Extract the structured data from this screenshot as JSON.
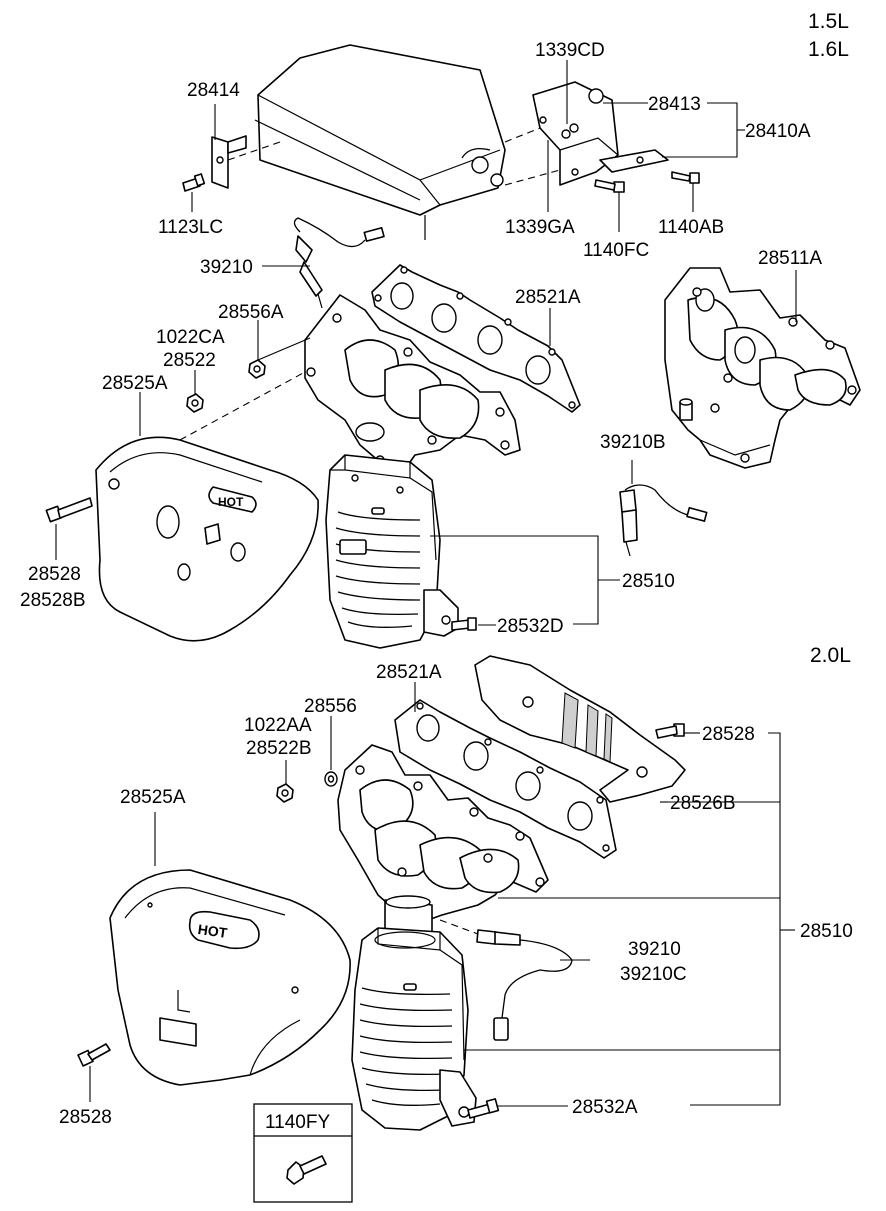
{
  "engines": {
    "small_1": "1.5L",
    "small_2": "1.6L",
    "large": "2.0L"
  },
  "labels": {
    "p28414": "28414",
    "p1339CD": "1339CD",
    "p28413": "28413",
    "p28410A": "28410A",
    "p1123LC": "1123LC",
    "p1339GA": "1339GA",
    "p1140AB": "1140AB",
    "p1140FC": "1140FC",
    "p39210_top": "39210",
    "p28511A": "28511A",
    "p28521A_top": "28521A",
    "p28556A": "28556A",
    "p1022CA": "1022CA",
    "p28522": "28522",
    "p28525A_top": "28525A",
    "p39210B": "39210B",
    "p28528_top": "28528",
    "p28528B": "28528B",
    "p28510_top": "28510",
    "p28532D": "28532D",
    "p28521A_bot": "28521A",
    "p28556": "28556",
    "p1022AA": "1022AA",
    "p28522B": "28522B",
    "p28528_right": "28528",
    "p28525A_bot": "28525A",
    "p28526B": "28526B",
    "p28510_bot": "28510",
    "p39210_bot": "39210",
    "p39210C": "39210C",
    "p28528_bot": "28528",
    "p28532A": "28532A",
    "p1140FY": "1140FY"
  },
  "heat_shield_marks": {
    "top": "HOT",
    "bottom": "HOT"
  }
}
